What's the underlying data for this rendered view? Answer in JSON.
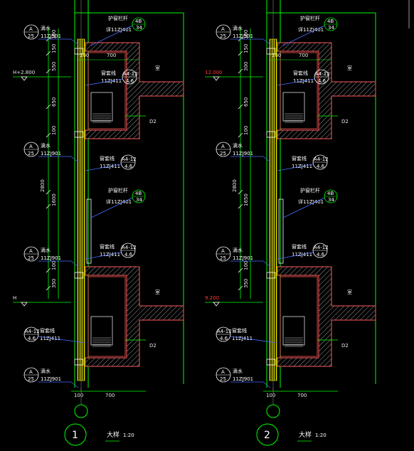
{
  "colors": {
    "background": "#000000",
    "outline": "#00ff00",
    "wall": "#ff5a5a",
    "callout": "#4a6cff",
    "text": "#ffffff",
    "glass": "#ffff00",
    "hatch": "#bdbdbd"
  },
  "panels": [
    {
      "id": "1",
      "level_top": "H+2.800",
      "level_bottom": "H",
      "dims_vertical": [
        "100",
        "150",
        "550",
        "650",
        "100",
        "2800",
        "1600",
        "100",
        "350"
      ],
      "dim_bottom_a": "100",
      "dim_bottom_b": "700",
      "dim_top_inner": "700",
      "dim_top_small": "100",
      "label_room": "室",
      "label_d2": "D2",
      "callouts": [
        {
          "a": "A",
          "b": "25",
          "text1": "滴水",
          "text2": "11ZJ901"
        },
        {
          "a": "A",
          "b": "25",
          "text1": "滴水",
          "text2": "11ZJ901"
        },
        {
          "a": "A",
          "b": "25",
          "text1": "滴水",
          "text2": "11ZJ901"
        },
        {
          "a": "A",
          "b": "25",
          "text1": "滴水",
          "text2": "11ZJ901"
        }
      ],
      "refs": [
        {
          "a": "4B",
          "b": "34",
          "text1": "护窗栏杆",
          "text2": "详11ZJ401"
        },
        {
          "a": "4B",
          "b": "34",
          "text1": "护窗栏杆",
          "text2": "详11ZJ401"
        }
      ],
      "seal_refs": [
        {
          "a": "A4-12",
          "b": "4.6",
          "text1": "窗套线",
          "text2": "11ZJ411"
        },
        {
          "a": "A4-12",
          "b": "4.6",
          "text1": "窗套线",
          "text2": "11ZJ411"
        },
        {
          "a": "A4-12",
          "b": "4.6",
          "text1": "窗套线",
          "text2": "11ZJ411"
        },
        {
          "a": "A4-12",
          "b": "4.6",
          "text1": "窗套线",
          "text2": "11ZJ411"
        }
      ],
      "title_num": "1",
      "title_text": "大样",
      "title_scale": "1:20"
    },
    {
      "id": "2",
      "level_top": "12.000",
      "level_bottom": "9.200",
      "dims_vertical": [
        "100",
        "150",
        "300",
        "650",
        "100",
        "2800",
        "1650",
        "100",
        "350"
      ],
      "dim_bottom_a": "100",
      "dim_bottom_b": "700",
      "dim_top_inner": "700",
      "dim_top_small": "100",
      "label_room": "室",
      "label_d2": "D2",
      "callouts": [
        {
          "a": "A",
          "b": "25",
          "text1": "滴水",
          "text2": "11ZJ901"
        },
        {
          "a": "A",
          "b": "25",
          "text1": "滴水",
          "text2": "11ZJ901"
        },
        {
          "a": "A",
          "b": "25",
          "text1": "滴水",
          "text2": "11ZJ901"
        },
        {
          "a": "A",
          "b": "25",
          "text1": "滴水",
          "text2": "11ZJ901"
        }
      ],
      "refs": [
        {
          "a": "4B",
          "b": "34",
          "text1": "护窗栏杆",
          "text2": "详11ZJ401"
        },
        {
          "a": "4B",
          "b": "34",
          "text1": "护窗栏杆",
          "text2": "详11ZJ401"
        }
      ],
      "seal_refs": [
        {
          "a": "A4-12",
          "b": "4.6",
          "text1": "窗套线",
          "text2": "11ZJ411"
        },
        {
          "a": "A4-12",
          "b": "4.6",
          "text1": "窗套线",
          "text2": "11ZJ411"
        },
        {
          "a": "A4-12",
          "b": "4.6",
          "text1": "窗套线",
          "text2": "11ZJ411"
        },
        {
          "a": "A4-12",
          "b": "4.6",
          "text1": "窗套线",
          "text2": "11ZJ411"
        }
      ],
      "title_num": "2",
      "title_text": "大样",
      "title_scale": "1:20"
    }
  ]
}
